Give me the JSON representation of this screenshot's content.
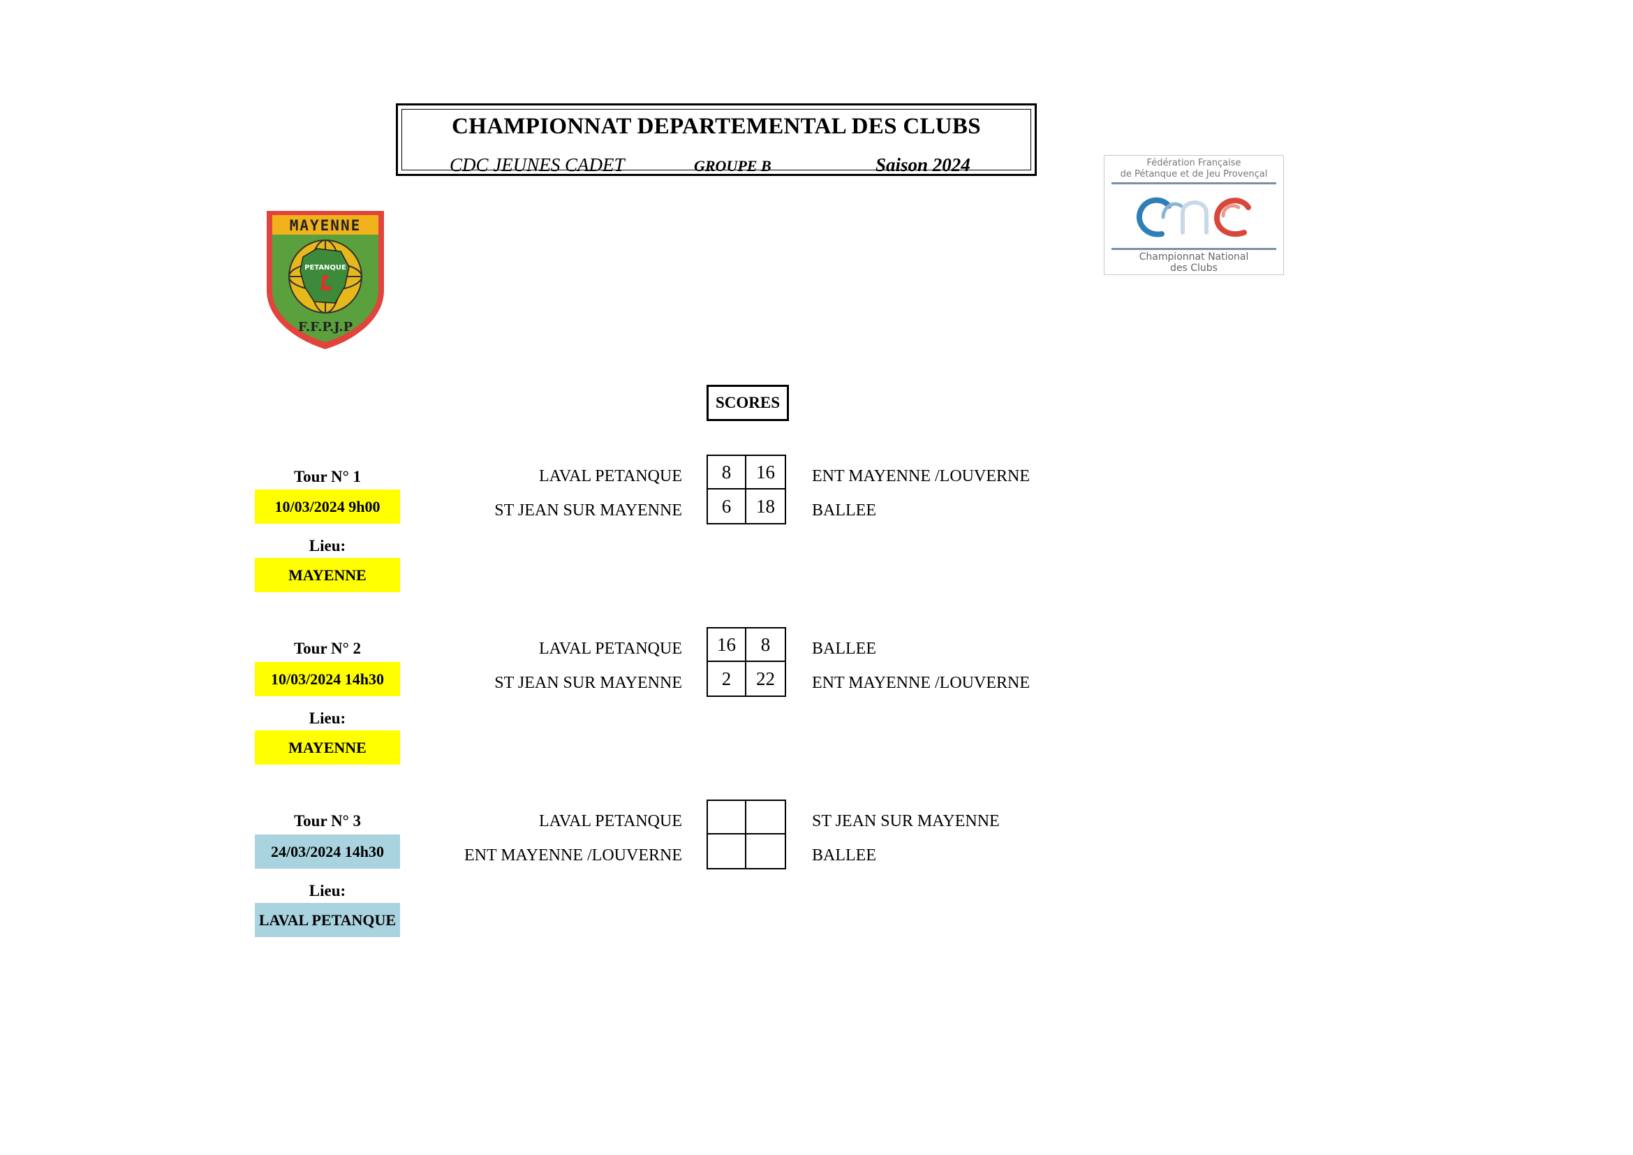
{
  "header": {
    "title": "CHAMPIONNAT DEPARTEMENTAL DES CLUBS",
    "category": "CDC JEUNES CADET",
    "group": "GROUPE B",
    "season": "Saison 2024"
  },
  "logos": {
    "mayenne": {
      "banner": "MAYENNE",
      "center": "PETANQUE",
      "bottom": "F.F.P.J.P",
      "colors": {
        "border": "#e0443c",
        "field": "#5aa03c",
        "banner": "#f2b21c"
      }
    },
    "ffpjp": {
      "line1": "Fédération Française",
      "line2": "de Pétanque et de Jeu Provençal",
      "line3": "Championnat National",
      "line4": "des Clubs",
      "colors": {
        "blue": "#2e7fb8",
        "red": "#d9473a"
      }
    }
  },
  "scores_label": "SCORES",
  "lieu_label": "Lieu:",
  "rounds": [
    {
      "tour": "Tour N° 1",
      "datetime": "10/03/2024  9h00",
      "place": "MAYENNE",
      "color": "#ffff00",
      "matches": [
        {
          "home": "LAVAL PETANQUE",
          "home_score": "8",
          "away_score": "16",
          "away": "ENT MAYENNE /LOUVERNE"
        },
        {
          "home": "ST JEAN SUR MAYENNE",
          "home_score": "6",
          "away_score": "18",
          "away": "BALLEE"
        }
      ]
    },
    {
      "tour": "Tour N° 2",
      "datetime": "10/03/2024  14h30",
      "place": "MAYENNE",
      "color": "#ffff00",
      "matches": [
        {
          "home": "LAVAL PETANQUE",
          "home_score": "16",
          "away_score": "8",
          "away": "BALLEE"
        },
        {
          "home": "ST JEAN SUR MAYENNE",
          "home_score": "2",
          "away_score": "22",
          "away": "ENT MAYENNE /LOUVERNE"
        }
      ]
    },
    {
      "tour": "Tour N° 3",
      "datetime": "24/03/2024  14h30",
      "place": "LAVAL PETANQUE",
      "color": "#a9d3df",
      "matches": [
        {
          "home": "LAVAL PETANQUE",
          "home_score": "",
          "away_score": "",
          "away": "ST JEAN SUR MAYENNE"
        },
        {
          "home": "ENT MAYENNE /LOUVERNE",
          "home_score": "",
          "away_score": "",
          "away": "BALLEE"
        }
      ]
    }
  ]
}
